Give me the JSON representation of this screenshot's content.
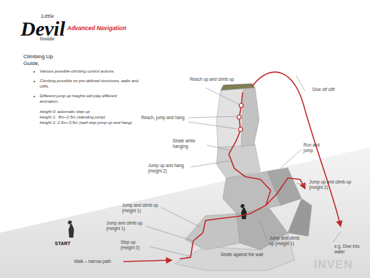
{
  "diagram": {
    "title": "Advanced Navigation",
    "labels": [
      "Little",
      "Devil",
      "Inside",
      "Climbing Up Guide,",
      "Various possible climbing control actions.",
      "Climbing possible on pre-defined structures, walls and cliffs.",
      "Different jump up heights will play different animation.",
      "Height 0: automatic step up",
      "Height 1: .8m~2.5m (standing jump)",
      "Height 2: 2.5m~3.5m (wall step jump up and hang)",
      "Reach up and climb up",
      "Dive off cliff",
      "Reach, jump and hang",
      "Strafe while hanging",
      "Run and jump",
      "Jump up and hang (Height 2)",
      "Jump up and climb up (Height 2)",
      "Jump and climb up (Height 1)",
      "Jump and climb up (Height 1)",
      "START",
      "Step up (Height 0)",
      "Walk – narrow path",
      "Strafe against the wall",
      "Jump and climb up (Height 1)",
      "e.g. Dive into water",
      "INVEN"
    ]
  }
}
